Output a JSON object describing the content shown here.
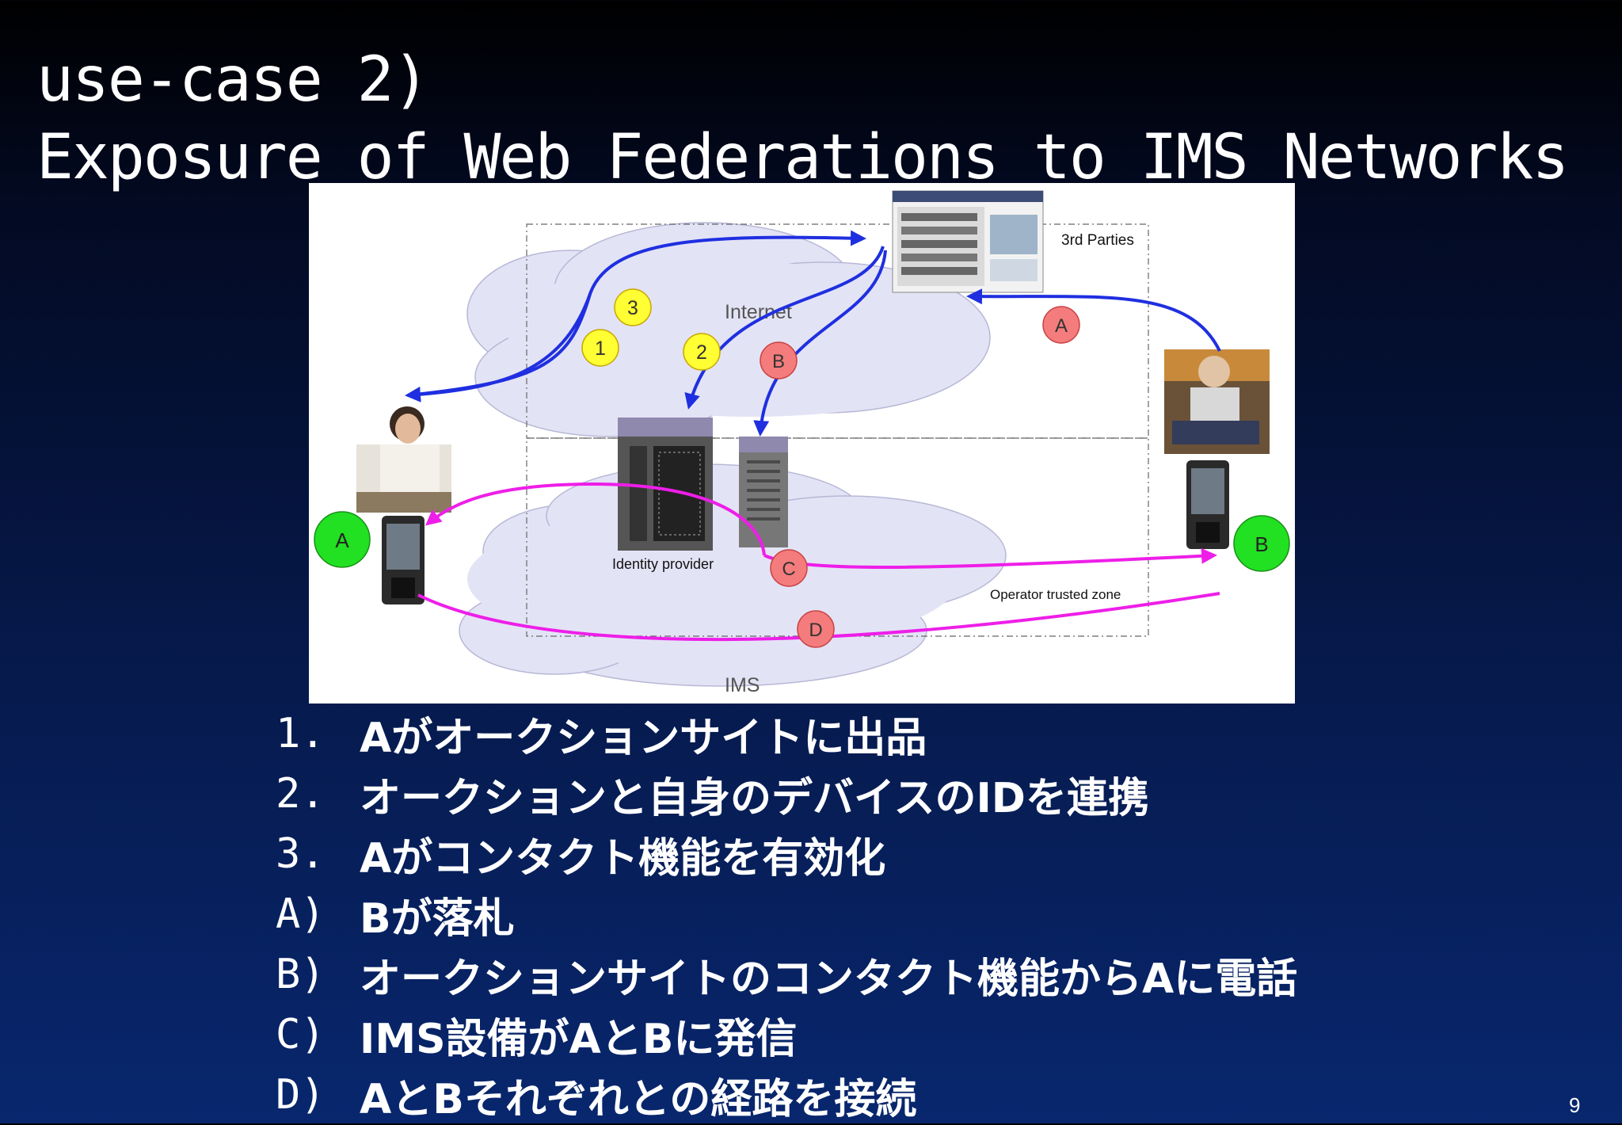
{
  "slide": {
    "title_line1": "use-case 2)",
    "title_line2": "Exposure of Web Federations to IMS Networks",
    "page_number": "9"
  },
  "diagram": {
    "labels": {
      "third_parties": "3rd Parties",
      "internet": "Internet",
      "identity_provider": "Identity provider",
      "operator_zone": "Operator trusted zone",
      "ims": "IMS"
    },
    "markers": {
      "step1": "1",
      "step2": "2",
      "step3": "3",
      "stepA": "A",
      "stepB": "B",
      "stepC": "C",
      "stepD": "D",
      "userA": "A",
      "userB": "B"
    },
    "colors": {
      "blue_flow": "#1f2fe0",
      "magenta_flow": "#ee1ee8",
      "yellow_marker": "#ffff33",
      "red_marker": "#f47c7c",
      "green_user": "#22e022",
      "cloud": "#e3e3f6"
    }
  },
  "steps": [
    {
      "num": "1.",
      "text": "Aがオークションサイトに出品"
    },
    {
      "num": "2.",
      "text": "オークションと自身のデバイスのIDを連携"
    },
    {
      "num": "3.",
      "text": "Aがコンタクト機能を有効化"
    },
    {
      "num": "A)",
      "text": "Bが落札"
    },
    {
      "num": "B)",
      "text": "オークションサイトのコンタクト機能からAに電話"
    },
    {
      "num": "C)",
      "text": "IMS設備がAとBに発信"
    },
    {
      "num": "D)",
      "text": "AとBそれぞれとの経路を接続"
    }
  ]
}
